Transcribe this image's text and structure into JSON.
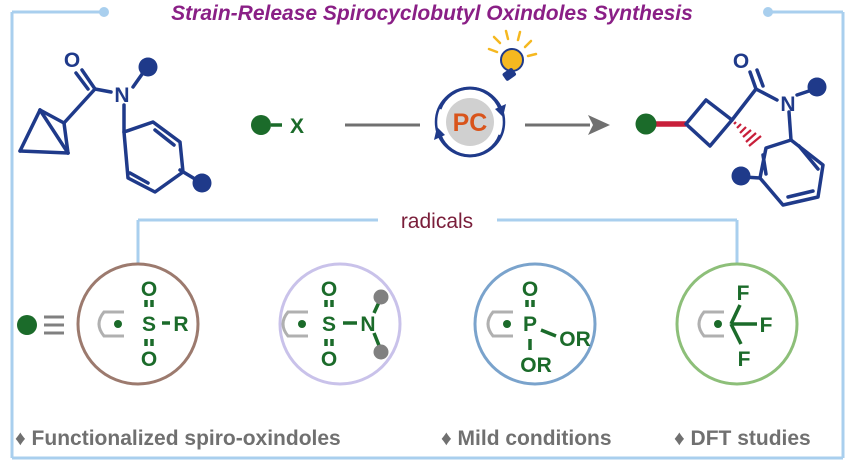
{
  "title": "Strain-Release Spirocyclobutyl Oxindoles Synthesis",
  "catalyst_label": "PC",
  "reagent_x": "X",
  "radicals_label": "radicals",
  "equiv_symbol": "≡",
  "atoms": {
    "oxygen": "O",
    "nitrogen": "N",
    "sulfur": "S",
    "phosphorus": "P",
    "fluorine": "F",
    "r_group": "R",
    "or_group": "OR"
  },
  "features": [
    "♦ Functionalized spiro-oxindoles",
    "♦ Mild conditions",
    "♦ DFT studies"
  ],
  "colors": {
    "frame": "#a9cfee",
    "title": "#8a1f86",
    "structure": "#1f3a8a",
    "radical": "#1b6b2a",
    "catalyst": "#d9541b",
    "accent_red": "#c81f3a",
    "radicals_text": "#7a1e3a",
    "circle_1": "#9c7a6e",
    "circle_2": "#c9c2ea",
    "circle_3": "#7aa3cc",
    "circle_4": "#8dbf79",
    "feature_text": "#707070"
  }
}
